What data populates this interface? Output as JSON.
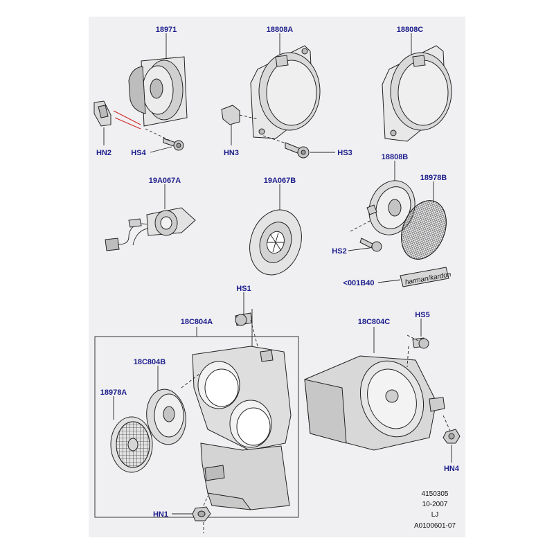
{
  "labels": {
    "p18971": "18971",
    "p18808A": "18808A",
    "p18808C": "18808C",
    "hn2": "HN2",
    "hs4": "HS4",
    "hn3": "HN3",
    "hs3": "HS3",
    "p19A067A": "19A067A",
    "p19A067B": "19A067B",
    "p18808B": "18808B",
    "p18978B": "18978B",
    "hs2": "HS2",
    "p001B40": "<001B40",
    "hs1": "HS1",
    "p18C804A": "18C804A",
    "p18C804B": "18C804B",
    "p18978A": "18978A",
    "p18C804C": "18C804C",
    "hs5": "HS5",
    "hn4": "HN4",
    "hn1": "HN1"
  },
  "badge": {
    "text": "harman/kardon"
  },
  "footer": {
    "ref_number": "4150305",
    "date": "10-2007",
    "initials": "LJ",
    "illustration_id": "A0100601-07"
  },
  "colors": {
    "label": "#1c1c8c",
    "panel": "#f0f0f2",
    "line": "#222222",
    "leader_red": "#d02020"
  }
}
